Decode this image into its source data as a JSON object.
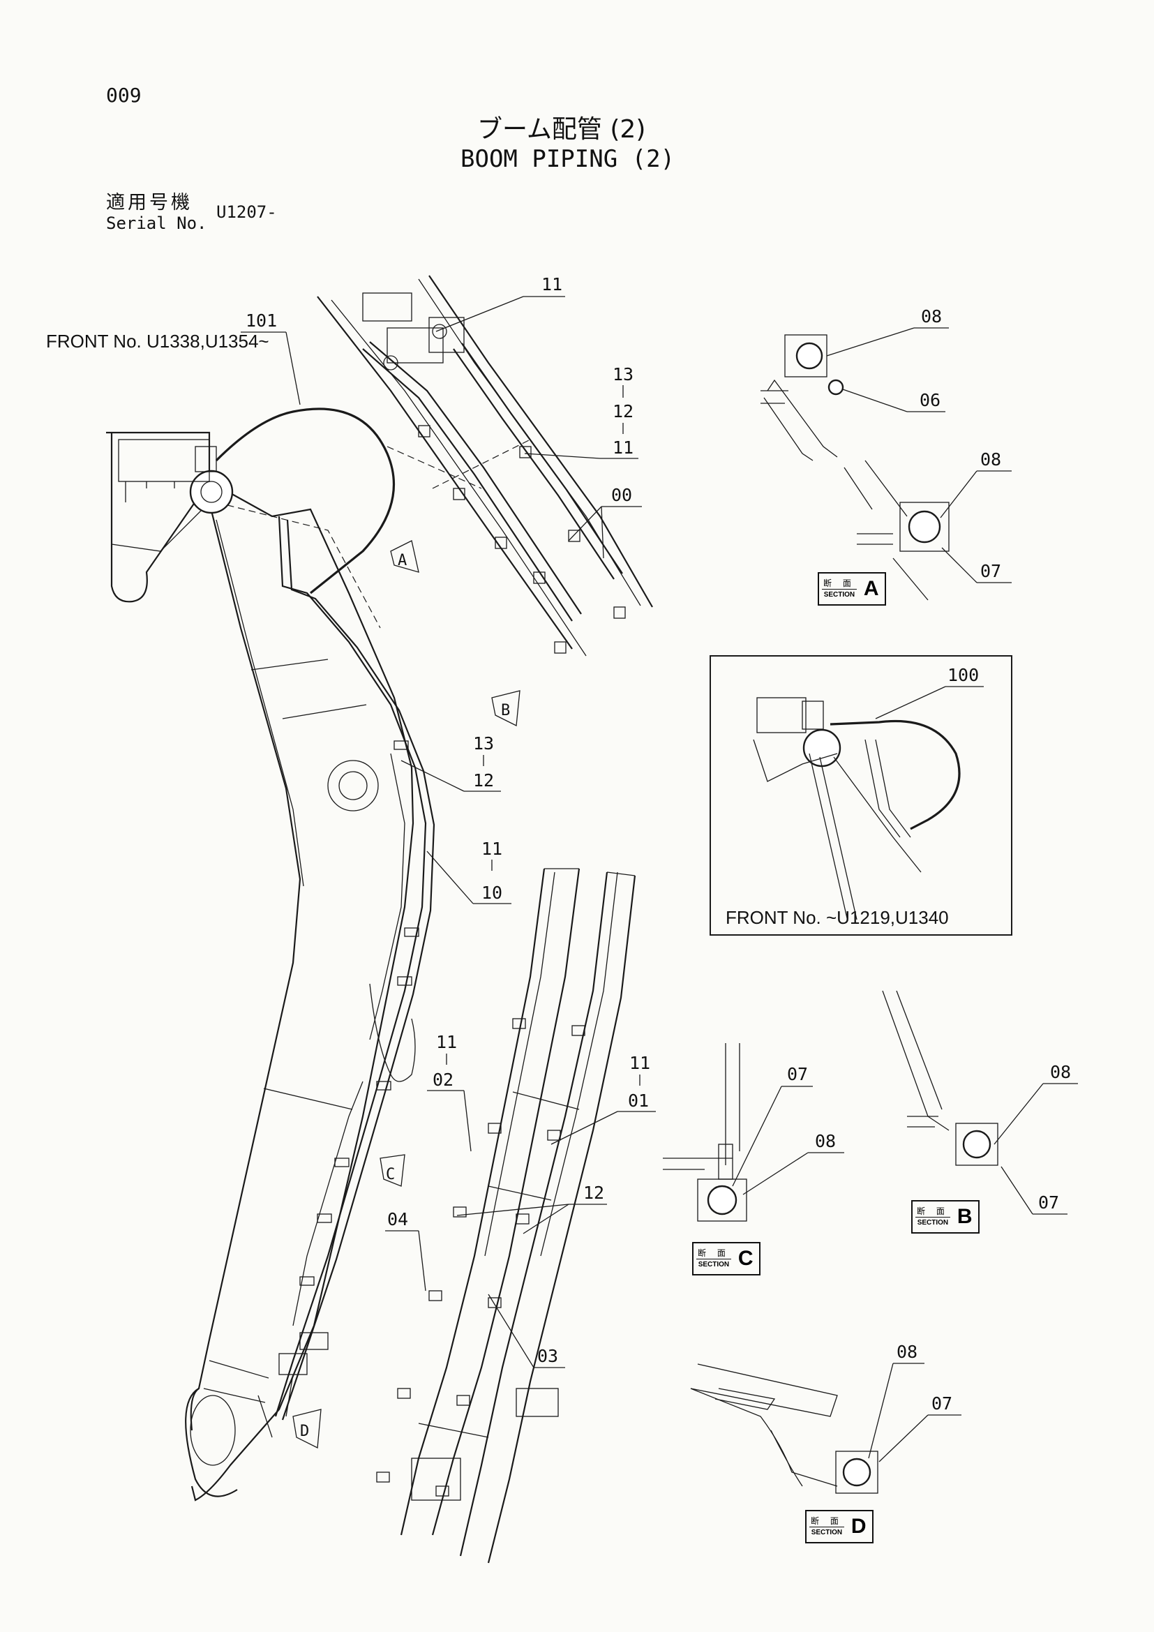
{
  "header": {
    "page_number": "009",
    "title_jp": "ブーム配管 (2)",
    "title_en": "BOOM PIPING (2)",
    "serial_label_jp": "適用号機",
    "serial_label_en": "Serial No.",
    "serial_value": "U1207-"
  },
  "notes": {
    "front_101": "FRONT No. U1338,U1354~",
    "front_100": "FRONT No. ~U1219,U1340"
  },
  "callouts": {
    "c101": "101",
    "c11_top": "11",
    "c13_12_11": [
      "13",
      "12",
      "11"
    ],
    "c00": "00",
    "c13_12": [
      "13",
      "12"
    ],
    "c11_10": [
      "11",
      "10"
    ],
    "c11_02": [
      "11",
      "02"
    ],
    "c11_01": [
      "11",
      "01"
    ],
    "c12": "12",
    "c04": "04",
    "c03": "03",
    "c100": "100",
    "secA_08": "08",
    "secA_06": "06",
    "secA2_08": "08",
    "secA2_07": "07",
    "secC_07": "07",
    "secC_08": "08",
    "secB_08": "08",
    "secB_07": "07",
    "secD_08": "08",
    "secD_07": "07"
  },
  "view_markers": [
    "A",
    "B",
    "C",
    "D"
  ],
  "sections": [
    {
      "jp": "断 面",
      "en": "SECTION",
      "letter": "A"
    },
    {
      "jp": "断 面",
      "en": "SECTION",
      "letter": "B"
    },
    {
      "jp": "断 面",
      "en": "SECTION",
      "letter": "C"
    },
    {
      "jp": "断 面",
      "en": "SECTION",
      "letter": "D"
    }
  ]
}
